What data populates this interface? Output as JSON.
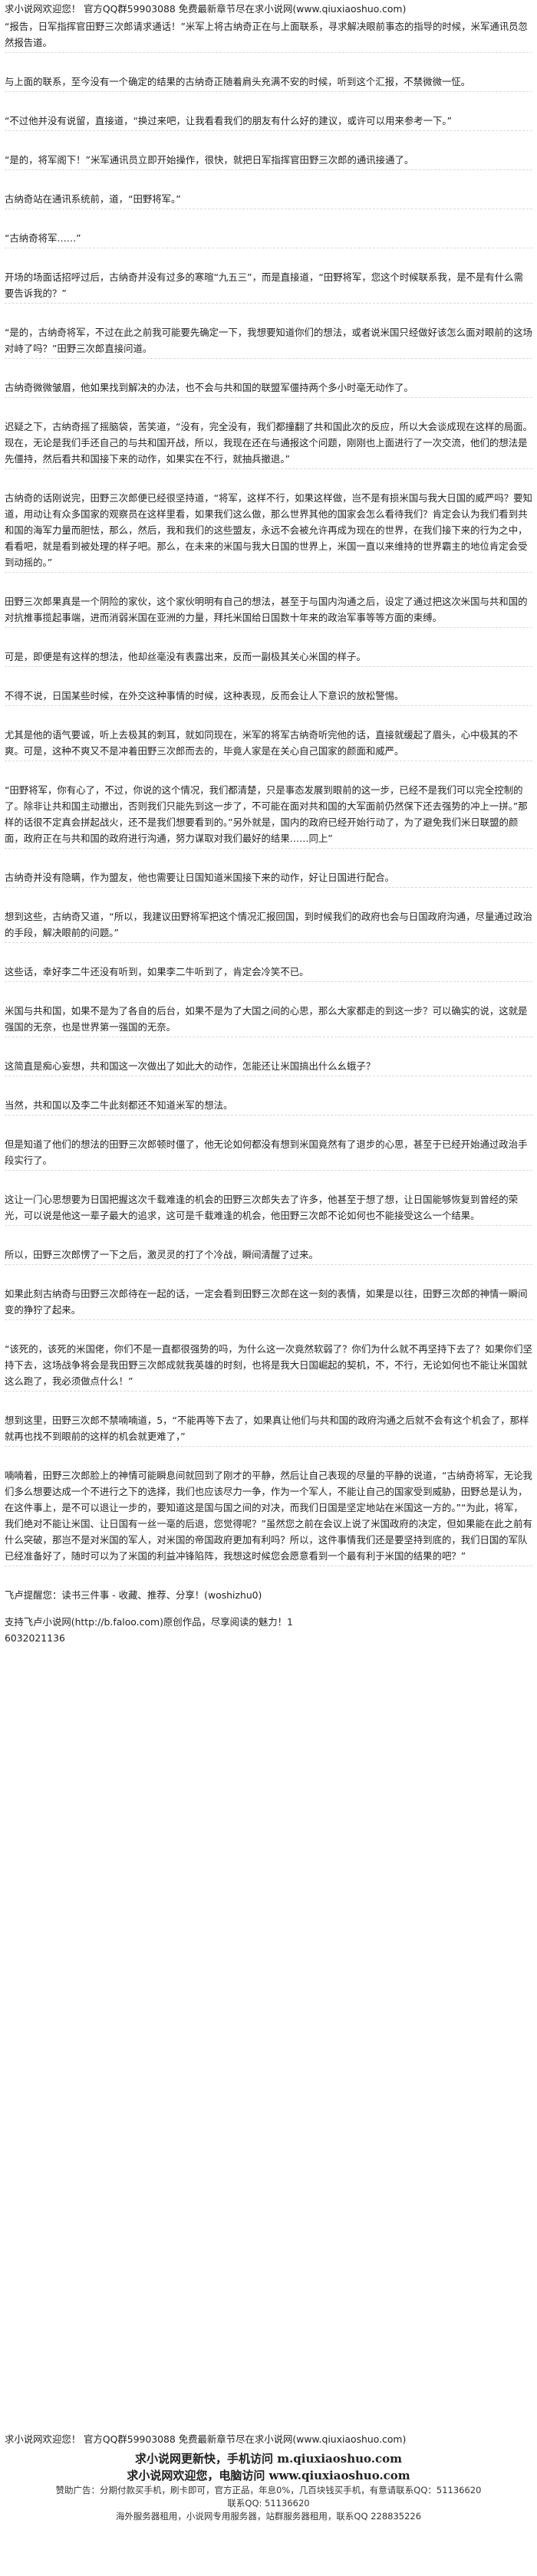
{
  "header": {
    "text": "求小说网欢迎您！ 官方QQ群59903088 免费最新章节尽在求小说网(www.qiuxiaoshuo.com)"
  },
  "paragraphs": [
    "“报告，日军指挥官田野三次郎请求通话！”米军上将古纳奇正在与上面联系，寻求解决眼前事态的指导的时候，米军通讯员忽然报告道。",
    "与上面的联系，至今没有一个确定的结果的古纳奇正随着肩头充满不安的时候，听到这个汇报，不禁微微一怔。",
    "“不过他并没有说留，直接道，“换过来吧，让我看看我们的朋友有什么好的建议，或许可以用来参考一下。”",
    "“是的，将军阁下！”米军通讯员立即开始操作，很快，就把日军指挥官田野三次郎的通讯接通了。",
    "古纳奇站在通讯系统前，道，“田野将军。”",
    "“古纳奇将军……”",
    "开场的场面话招呼过后，古纳奇并没有过多的寒暄“九五三”，而是直接道，“田野将军，您这个时候联系我，是不是有什么需要告诉我的？”",
    "“是的，古纳奇将军，不过在此之前我可能要先确定一下，我想要知道你们的想法，或者说米国只经做好该怎么面对眼前的这场对峙了吗？”田野三次郎直接问道。",
    "古纳奇微微皱眉，他如果找到解决的办法，也不会与共和国的联盟军僵持两个多小时毫无动作了。",
    "迟疑之下，古纳奇摇了摇脑袋，苦笑道，“没有，完全没有，我们都撞翻了共和国此次的反应，所以大会谈成现在这样的局面。现在，无论是我们手还自己的与共和国开战，所以，我现在还在与通报这个问题，刚刚也上面进行了一次交流，他们的想法是先僵持，然后看共和国接下来的动作，如果实在不行，就抽兵撤退。”",
    "古纳奇的话刚说完，田野三次郎便已经很坚持道，“将军，这样不行，如果这样做，岂不是有损米国与我大日国的威严吗？要知道，用动让有众多国家的观察员在这样里看，如果我们这么做，那么世界其他的国家会怎么看待我们？肯定会认为我们看到共和国的海军力量而胆怯，那么，然后，我和我们的这些盟友，永远不会被允许再成为现在的世界，在我们接下来的行为之中，看看吧，就是看到被处理的样子吧。那么，在未来的米国与我大日国的世界上，米国一直以来维持的世界霸主的地位肯定会受到动摇的。”",
    "田野三次郎果真是一个阴险的家伙，这个家伙明明有自己的想法，甚至于与国内沟通之后，设定了通过把这次米国与共和国的对抗推事揽起事端，进而消弱米国在亚洲的力量，拜托米国给日国数十年来的政治军事等等方面的束缚。",
    "可是，即便是有这样的想法，他却丝毫没有表露出来，反而一副极其关心米国的样子。",
    "不得不说，日国某些时候，在外交这种事情的时候，这种表现，反而会让人下意识的放松警惕。",
    "尤其是他的语气要诚，听上去极其的刺耳，就如同现在，米军的将军古纳奇听完他的话，直接就缓起了眉头，心中极其的不爽。可是，这种不爽又不是冲着田野三次郎而去的，毕竟人家是在关心自己国家的颜面和威严。",
    "“田野将军，你有心了，不过，你说的这个情况，我们都清楚，只是事态发展到眼前的这一步，已经不是我们可以完全控制的了。除非让共和国主动撤出，否则我们只能先到这一步了，不可能在面对共和国的大军面前仍然保下还去强势的冲上一拼。”那样的话很不定真会拼起战火，还不是我们想要看到的。”另外就是，国内的政府已经开始行动了，为了避免我们米日联盟的颜面，政府正在与共和国的政府进行沟通，努力谋取对我们最好的结果……同上”",
    "古纳奇并没有隐瞒，作为盟友，他也需要让日国知道米国接下来的动作，好让日国进行配合。",
    "想到这些，古纳奇又道，“所以，我建议田野将军把这个情况汇报回国，到时候我们的政府也会与日国政府沟通，尽量通过政治的手段，解决眼前的问题。”",
    "这些话，幸好李二牛还没有听到，如果李二牛听到了，肯定会冷笑不已。",
    "米国与共和国，如果不是为了各自的后台，如果不是为了大国之间的心思，那么大家都走的到这一步？可以确实的说，这就是强国的无奈，也是世界第一强国的无奈。",
    "这简直是痴心妄想，共和国这一次做出了如此大的动作，怎能还让米国搞出什么幺蛾子？",
    "当然，共和国以及李二牛此刻都还不知道米军的想法。",
    "但是知道了他们的想法的田野三次郎顿时僵了，他无论如何都没有想到米国竟然有了退步的心思，甚至于已经开始通过政治手段实行了。",
    "这让一门心思想要为日国把握这次千载难逢的机会的田野三次郎失去了许多，他甚至于想了想，让日国能够恢复到曾经的荣光，可以说是他这一辈子最大的追求，这可是千载难逢的机会，他田野三次郎不论如何也不能接受这么一个结果。",
    "所以，田野三次郎愣了一下之后，激灵灵的打了个冷战，瞬间清醒了过来。",
    "如果此刻古纳奇与田野三次郎待在一起的话，一定会看到田野三次郎在这一刻的表情，如果是以往，田野三次郎的神情一瞬间变的狰狞了起来。",
    "“该死的，该死的米国佬，你们不是一直都很强势的吗，为什么这一次竟然软弱了？你们为什么就不再坚持下去了？如果你们坚持下去，这场战争将会是我田野三次郎成就我英雄的时刻，也将是我大日国崛起的契机，不，不行，无论如何也不能让米国就这么跑了，我必须做点什么！”",
    "想到这里，田野三次郎不禁喃喃道，5，“不能再等下去了，如果真让他们与共和国的政府沟通之后就不会有这个机会了，那样就再也找不到眼前的这样的机会就更难了，”",
    "喃喃着，田野三次郎脸上的神情可能瞬息间就回到了刚才的平静，然后让自己表现的尽量的平静的说道，“古纳奇将军，无论我们多么想要达成一个不进行之下的选择，我们也应该尽力一争，作为一个军人，不能让自己的国家受到威胁，田野总是认为，在这件事上，是不可以退让一步的，要知道这是国与国之间的对决，而我们日国是坚定地站在米国这一方的。”“为此，将军，我们绝对不能让米国、让日国有一丝一毫的后退，您觉得呢？”虽然您之前在会议上说了米国政府的决定，但如果能在此之前有什么突破，那岂不是对米国的军人，对米国的帝国政府更加有利吗？所以，这件事情我们还是要坚持到底的，我们日国的军队已经准备好了，随时可以为了米国的利益冲锋陷阵，我想这时候您会愿意看到一个最有利于米国的结果的吧？”"
  ],
  "sign_off": "飞卢提醒您：读书三件事 - 收藏、推荐、分享！(woshizhu0)",
  "support": {
    "line1": "支持飞卢小说网(http://b.faloo.com)原创作品，尽享阅读的魅力！1",
    "line2": "6032021136"
  },
  "footer": {
    "top_text": "求小说网欢迎您！ 官方QQ群59903088 免费最新章节尽在求小说网(www.qiuxiaoshuo.com)",
    "title1": "求小说网更新快，手机访问 m.qiuxiaoshuo.com",
    "title2": "求小说网欢迎您，电脑访问 www.qiuxiaoshuo.com",
    "line1": "赞助广告：分期付款买手机，刷卡即可，官方正品，年息0%，几百块钱买手机，有意请联系QQ：51136620",
    "line2": "联系QQ: 51136620",
    "line3": "海外服务器租用，小说网专用服务器，站群服务器租用，联系QQ 228835226"
  }
}
